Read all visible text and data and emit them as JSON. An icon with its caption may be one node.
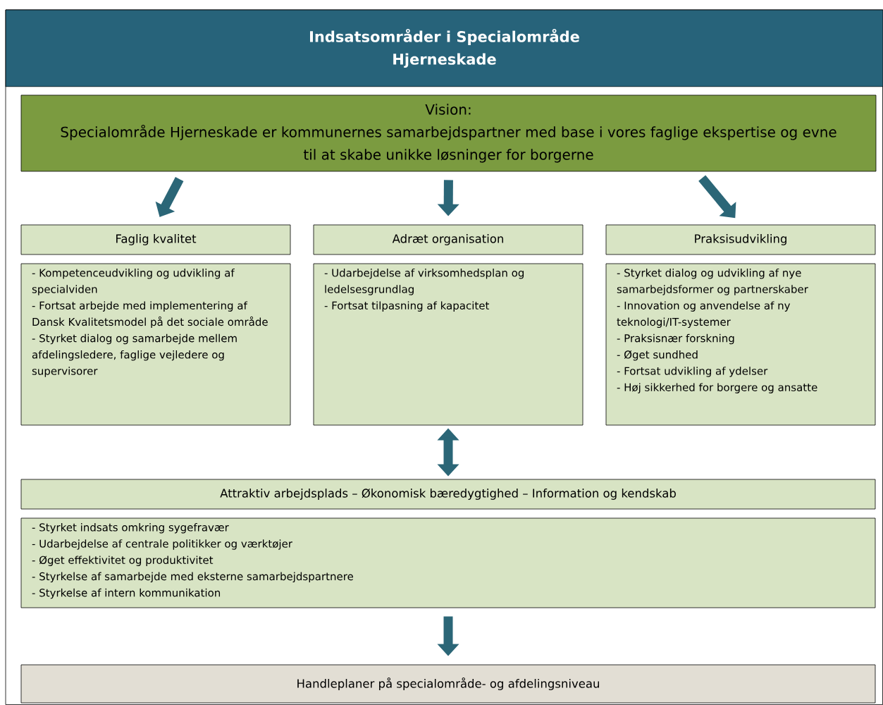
{
  "diagram": {
    "nodes": [
      {
        "text": [
          "Indsatsområder i Specialområde Hjerneskade"
        ]
      },
      {
        "text": [
          "Vision:",
          "Specialområde Hjerneskade er kommunernes samarbejdspartner med base i vores faglige ekspertise og evne til at skabe unikke løsninger for borgerne"
        ]
      },
      {
        "text": [
          "Faglig kvalitet"
        ]
      },
      {
        "text": [
          "Adræt organisation"
        ]
      },
      {
        "text": [
          "Praksisudvikling"
        ]
      },
      {
        "text": [
          "- Kompetenceudvikling og udvikling af specialviden",
          "- Fortsat arbejde med implementering af Dansk Kvalitetsmodel på det sociale område",
          "- Styrket dialog og samarbejde mellem afdelingsledere, faglige vejledere og supervisorer"
        ]
      },
      {
        "text": [
          "- Udarbejdelse af virksomhedsplan og ledelsesgrundlag",
          "- Fortsat tilpasning af kapacitet"
        ]
      },
      {
        "text": [
          "- Styrket dialog og udvikling af nye samarbejdsformer og partnerskaber",
          "- Innovation og anvendelse af ny teknologi/IT-systemer",
          "- Praksisnær forskning",
          "- Øget sundhed",
          "- Fortsat udvikling af ydelser",
          "- Høj sikkerhed for borgere og ansatte"
        ]
      },
      {
        "text": [
          "Attraktiv arbejdsplads – Økonomisk bæredygtighed – Information og kendskab"
        ]
      },
      {
        "text": [
          "- Styrket indsats omkring sygefravær",
          "- Udarbejdelse af centrale politikker og værktøjer",
          "- Øget effektivitet og produktivitet",
          "- Styrkelse af samarbejde med eksterne samarbejdspartnere",
          "- Styrkelse af intern kommunikation"
        ]
      },
      {
        "text": [
          "Handleplaner på specialområde- og afdelingsniveau"
        ]
      }
    ],
    "edges": [
      {
        "from": 1,
        "to": 2,
        "arrow": "to"
      },
      {
        "from": 1,
        "to": 3,
        "arrow": "to"
      },
      {
        "from": 1,
        "to": 4,
        "arrow": "to"
      },
      {
        "from": 6,
        "to": 8,
        "arrow": "both"
      },
      {
        "from": 9,
        "to": 10,
        "arrow": "to"
      }
    ]
  }
}
